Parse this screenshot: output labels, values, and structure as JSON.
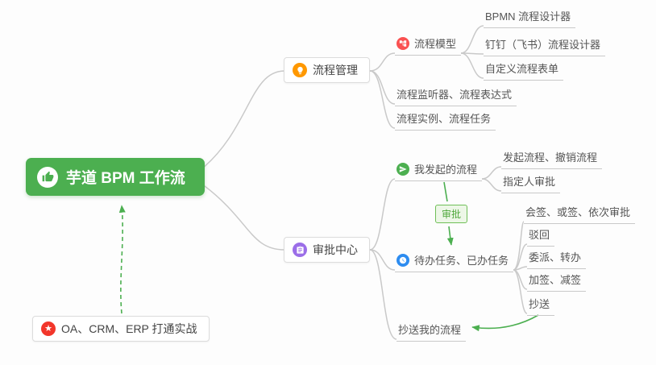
{
  "mindmap": {
    "root": {
      "label": "芋道 BPM 工作流"
    },
    "process_management": {
      "label": "流程管理",
      "children": {
        "process_model": {
          "label": "流程模型",
          "children": [
            {
              "label": "BPMN 流程设计器"
            },
            {
              "label": "钉钉（飞书）流程设计器"
            },
            {
              "label": "自定义流程表单"
            }
          ]
        },
        "listeners": {
          "label": "流程监听器、流程表达式"
        },
        "instances": {
          "label": "流程实例、流程任务"
        }
      }
    },
    "approval_center": {
      "label": "审批中心",
      "children": {
        "my_processes": {
          "label": "我发起的流程",
          "children": [
            {
              "label": "发起流程、撤销流程"
            },
            {
              "label": "指定人审批"
            }
          ]
        },
        "tasks": {
          "label": "待办任务、已办任务",
          "children": [
            {
              "label": "会签、或签、依次审批"
            },
            {
              "label": "驳回"
            },
            {
              "label": "委派、转办"
            },
            {
              "label": "加签、减签"
            },
            {
              "label": "抄送"
            }
          ]
        },
        "cc_processes": {
          "label": "抄送我的流程"
        }
      }
    },
    "practice": {
      "label": "OA、CRM、ERP 打通实战"
    },
    "edge_label": "审批"
  },
  "icons": {
    "root": "thumbs-up-icon",
    "process_management": "lightbulb-icon",
    "approval_center": "clipboard-icon",
    "process_model": "flow-tree-icon",
    "my_processes": "send-icon",
    "tasks": "clock-icon",
    "practice": "star-icon",
    "star": "★"
  },
  "colors": {
    "root_bg": "#4caf50",
    "branch_orange": "#ff9800",
    "branch_purple": "#9b6ee8",
    "icon_red": "#fa5151",
    "icon_green": "#4caf50",
    "icon_blue": "#2d8cf0",
    "icon_star_red": "#f2362b",
    "arrow_green": "#4caf50",
    "connector_gray": "#c9c9c9",
    "badge_bg": "#edf7e7",
    "badge_border": "#6fbf57",
    "badge_text": "#4ea83b"
  }
}
